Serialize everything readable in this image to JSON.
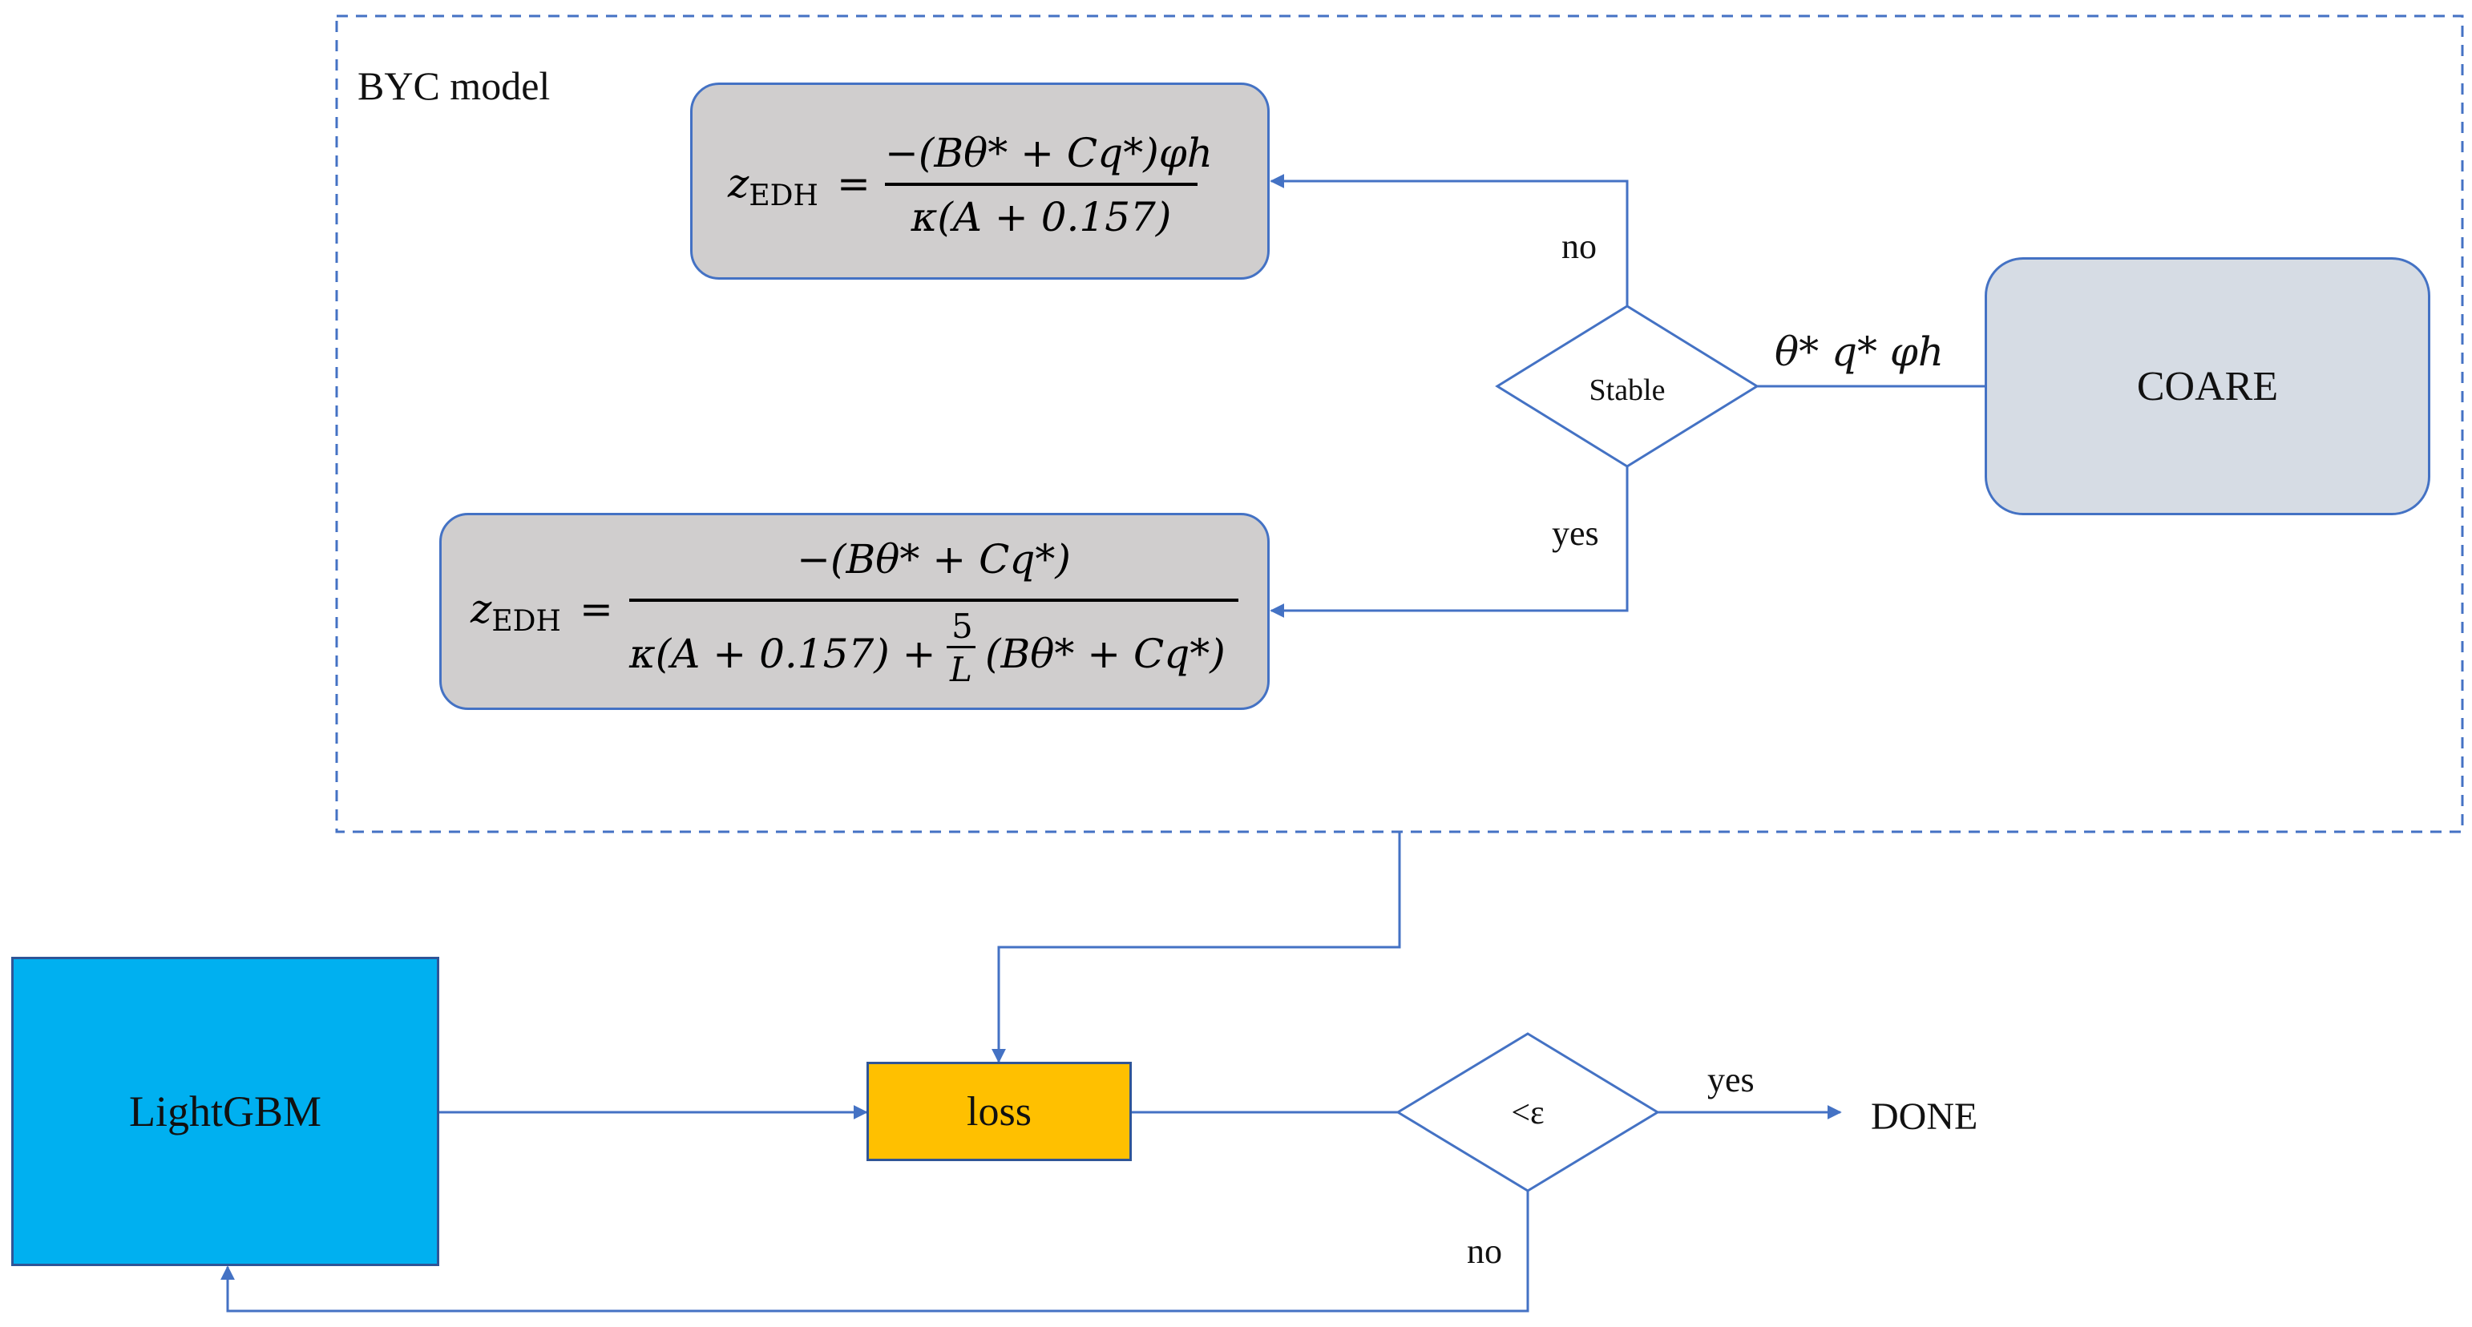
{
  "group": {
    "title": "BYC model"
  },
  "nodes": {
    "coare": "COARE",
    "stable": "Stable",
    "lightgbm": "LightGBM",
    "loss": "loss",
    "threshold": "<ε",
    "done": "DONE"
  },
  "edge_labels": {
    "stable_no": "no",
    "stable_yes": "yes",
    "coare_vars": "θ* q* φh",
    "threshold_yes": "yes",
    "threshold_no": "no"
  },
  "formulas": {
    "unstable": {
      "lhs_symbol": "z",
      "lhs_sub": "EDH",
      "eq": "=",
      "numerator": "−(Bθ* + Cq*)φh",
      "denominator": "κ(A + 0.157)"
    },
    "stable": {
      "lhs_symbol": "z",
      "lhs_sub": "EDH",
      "eq": "=",
      "numerator": "−(Bθ* + Cq*)",
      "denominator_a": "κ(A + 0.157) +",
      "five": "5",
      "L": "L",
      "denominator_b": "(Bθ* + Cq*)"
    }
  },
  "colors": {
    "connector": "#4472c4",
    "formula_fill": "#d0cece",
    "coare_fill": "#d6dce4",
    "lightgbm_fill": "#00b0f0",
    "loss_fill": "#ffc000"
  }
}
